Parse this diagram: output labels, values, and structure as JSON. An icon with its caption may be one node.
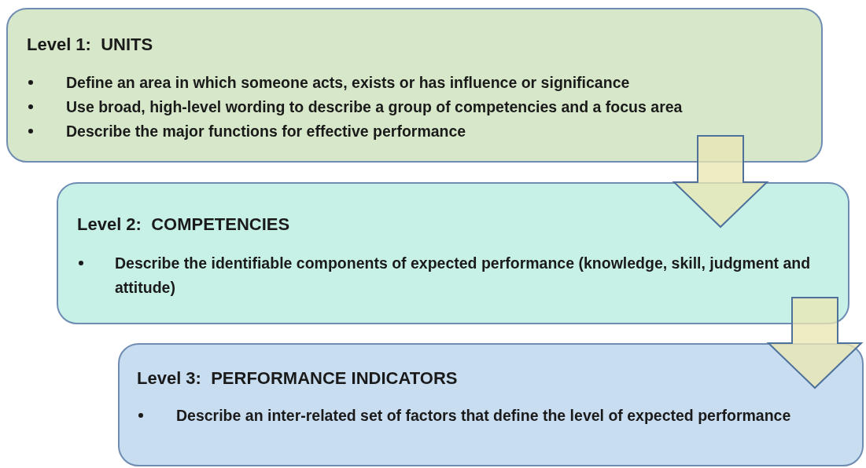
{
  "diagram": {
    "nodes": [
      {
        "text": [
          "Level 1:  UNITS",
          "Define an area in which someone acts, exists or has influence or significance",
          "Use broad, high-level wording to describe a group of competencies and a focus area",
          "Describe the major functions for effective performance"
        ]
      },
      {
        "text": [
          "Level 2:  COMPETENCIES",
          "Describe the identifiable components of expected performance (knowledge, skill, judgment and attitude)"
        ]
      },
      {
        "text": [
          "Level 3:  PERFORMANCE INDICATORS",
          "Describe an inter-related set of factors that define the level of expected performance"
        ]
      }
    ],
    "edges": [
      {
        "from": 0,
        "to": 1,
        "arrow": "to"
      },
      {
        "from": 1,
        "to": 2,
        "arrow": "to"
      }
    ]
  }
}
